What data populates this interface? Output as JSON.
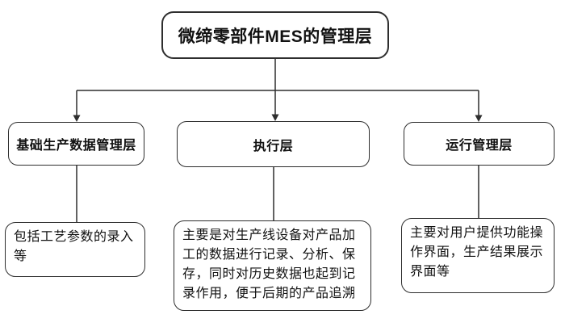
{
  "diagram": {
    "type": "flowchart",
    "root": {
      "label": "微缔零部件MES的管理层"
    },
    "branches": [
      {
        "label": "基础生产数据管理层",
        "description": "包括工艺参数的录入等"
      },
      {
        "label": "执行层",
        "description": "主要是对生产线设备对产品加工的数据进行记录、分析、保存，同时对历史数据也起到记录作用，便于后期的产品追溯"
      },
      {
        "label": "运行管理层",
        "description": "主要对用户提供功能操作界面，生产结果展示界面等"
      }
    ],
    "colors": {
      "border": "#2e2e2e",
      "connector": "#2e2e2e",
      "text": "#111111",
      "background": "#ffffff"
    }
  }
}
